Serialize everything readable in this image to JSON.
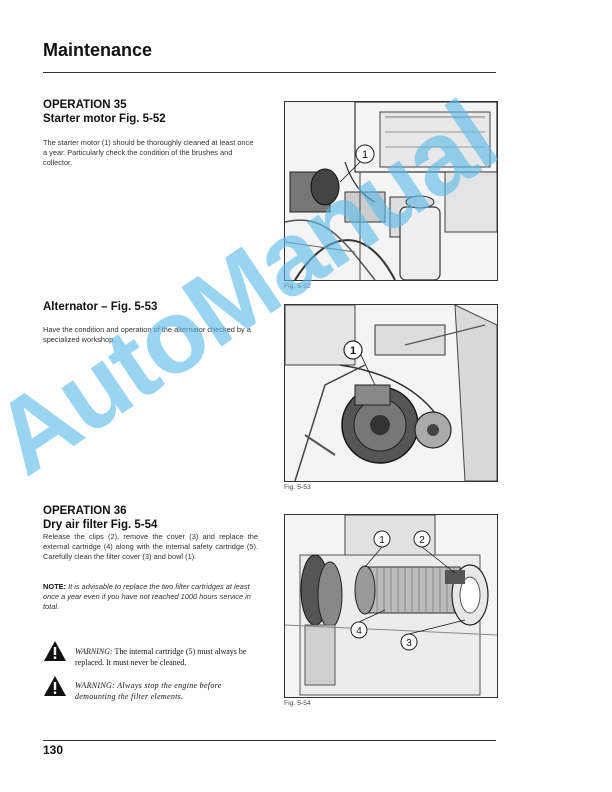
{
  "header": {
    "title": "Maintenance"
  },
  "op35": {
    "heading": "OPERATION 35",
    "subheading": "Starter motor Fig. 5-52",
    "text": "The starter motor (1) should be thoroughly cleaned at least once a year. Particularly check the condition of the brushes and collector."
  },
  "alternator": {
    "heading": "Alternator – Fig. 5-53",
    "text": "Have the condition and operation of the alternator checked by a specialized workshop."
  },
  "op36": {
    "heading": "OPERATION 36",
    "subheading": "Dry air filter Fig. 5-54",
    "text": "Release the clips (2), remove the cover (3) and replace the external cartridge (4) along with the internal safety cartridge (5). Carefully clean the filter cover (3) and bowl (1).",
    "note_label": "NOTE:",
    "note_text": "It is advisable to replace the two filter cartridges at least once a year even if you have not reached 1000 hours service in total."
  },
  "warnings": [
    {
      "label": "WARNING:",
      "text": "The internal cartridge (5) must always be replaced. It must never be cleaned."
    },
    {
      "label": "WARNING:",
      "text": "Always stop the engine before demounting the filter elements."
    }
  ],
  "figures": {
    "fig52": {
      "caption": "Fig. 5-52",
      "callouts": [
        "1"
      ]
    },
    "fig53": {
      "caption": "Fig. 5-53",
      "callouts": [
        "1"
      ]
    },
    "fig54": {
      "caption": "Fig. 5-54",
      "callouts": [
        "1",
        "2",
        "3",
        "4"
      ]
    }
  },
  "watermark": "AutoManual",
  "footer": {
    "page_number": "130"
  }
}
